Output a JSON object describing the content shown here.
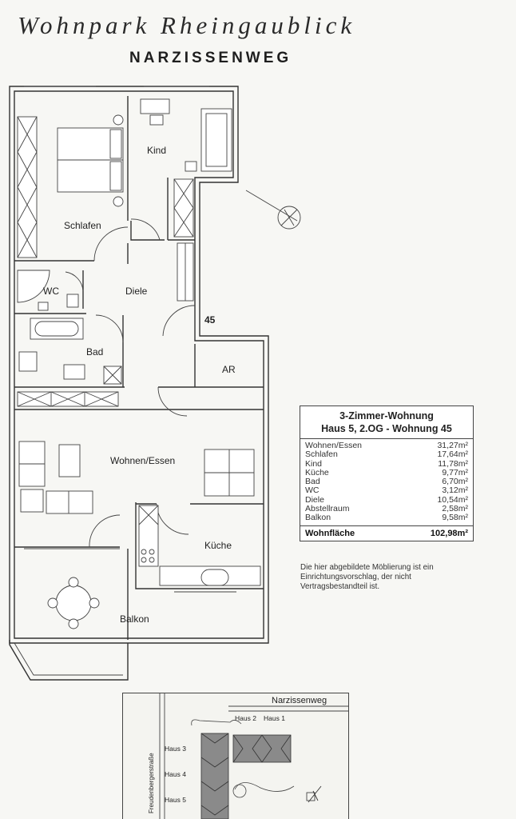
{
  "header": {
    "title": "Wohnpark Rheingaublick",
    "subtitle": "NARZISSENWEG"
  },
  "floorplan": {
    "rooms": {
      "kind": "Kind",
      "schlafen": "Schlafen",
      "wc": "WC",
      "diele": "Diele",
      "bad": "Bad",
      "ar": "AR",
      "wohnen": "Wohnen/Essen",
      "kueche": "Küche",
      "balkon": "Balkon"
    },
    "unit_number": "45"
  },
  "info_box": {
    "title_line1": "3-Zimmer-Wohnung",
    "title_line2": "Haus 5, 2.OG - Wohnung 45",
    "rooms": [
      {
        "name": "Wohnen/Essen",
        "area": "31,27m²"
      },
      {
        "name": "Schlafen",
        "area": "17,64m²"
      },
      {
        "name": "Kind",
        "area": "11,78m²"
      },
      {
        "name": "Küche",
        "area": "9,77m²"
      },
      {
        "name": "Bad",
        "area": "6,70m²"
      },
      {
        "name": "WC",
        "area": "3,12m²"
      },
      {
        "name": "Diele",
        "area": "10,54m²"
      },
      {
        "name": "Abstellraum",
        "area": "2,58m²"
      },
      {
        "name": "Balkon",
        "area": "9,58m²"
      }
    ],
    "total_label": "Wohnfläche",
    "total_area": "102,98m²",
    "note": "Die hier abgebildete Möblierung ist ein Einrichtungsvorschlag, der nicht Vertragsbestandteil ist."
  },
  "site_plan": {
    "street_top": "Narzissenweg",
    "street_left": "Freudenbergerstraße",
    "houses": [
      "Haus 1",
      "Haus 2",
      "Haus 3",
      "Haus 4",
      "Haus 5"
    ]
  }
}
